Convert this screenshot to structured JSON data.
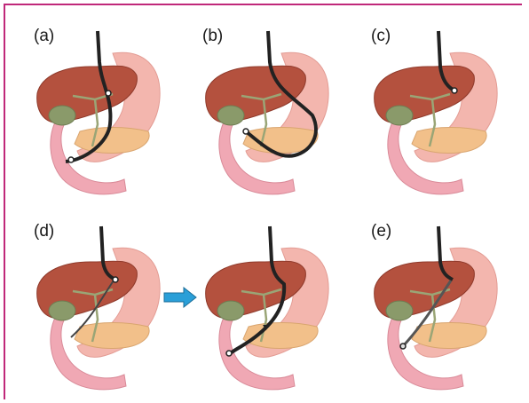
{
  "figure": {
    "panels": [
      {
        "id": "a",
        "label": "(a)"
      },
      {
        "id": "b",
        "label": "(b)"
      },
      {
        "id": "c",
        "label": "(c)"
      },
      {
        "id": "d",
        "label": "(d)"
      },
      {
        "id": "d2",
        "label": ""
      },
      {
        "id": "e",
        "label": "(e)"
      }
    ],
    "colors": {
      "frame": "#c0287a",
      "liver": "#b4513e",
      "gallbladder": "#8a9a6a",
      "stomach": "#f3b6ae",
      "duodenum": "#f0a8b4",
      "pancreas": "#f2c08a",
      "scope": "#222222",
      "arrow": "#2a9fd8"
    }
  }
}
